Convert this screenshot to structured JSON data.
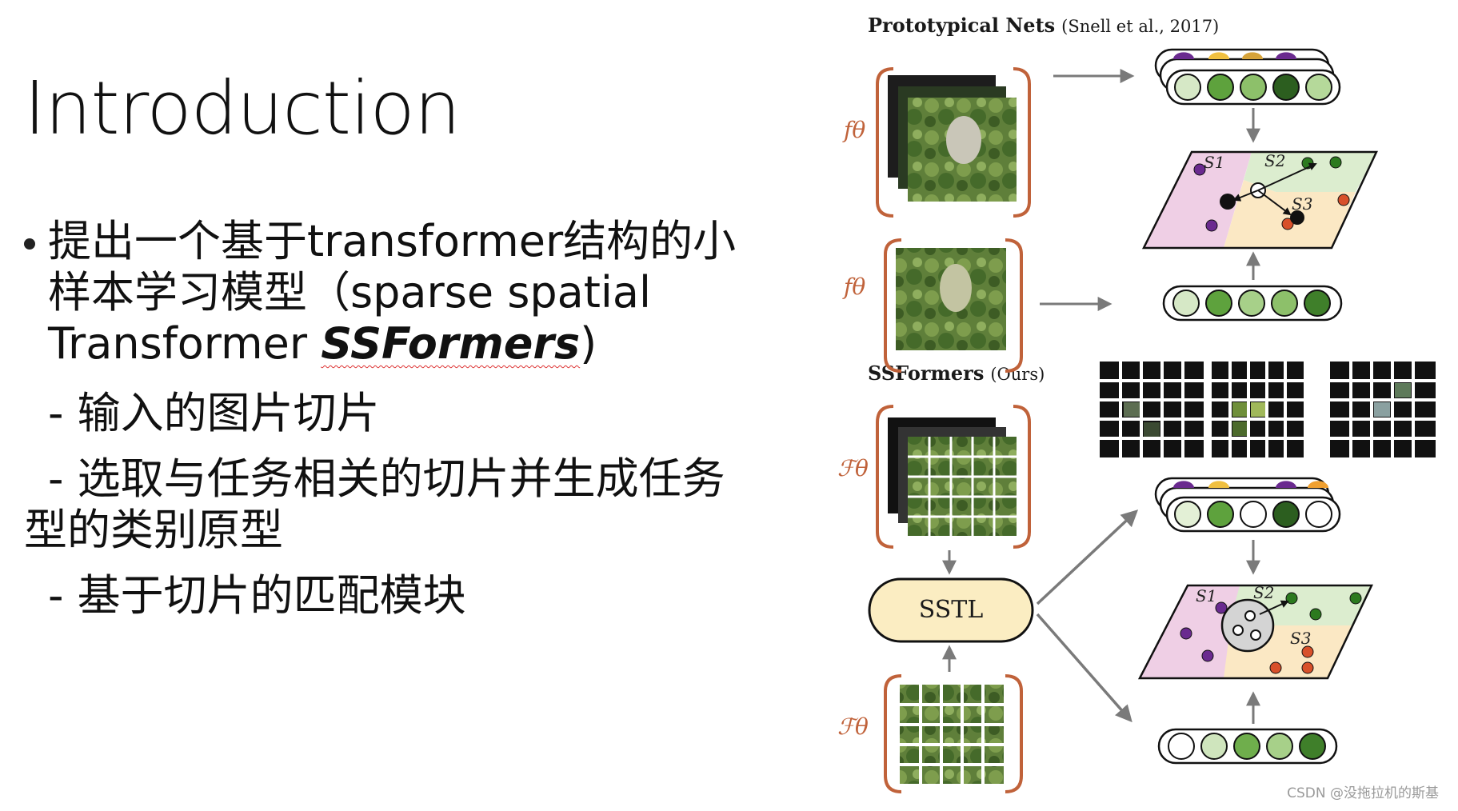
{
  "slide": {
    "title": "Introduction",
    "bullet": {
      "line1": "提出一个基于transformer结构的小",
      "line2": "样本学习模型（sparse spatial",
      "line3_prefix": "Transformer ",
      "line3_emph": "SSFormers",
      "line3_suffix": ")"
    },
    "subitems": [
      "- 输入的图片切片",
      "- 选取与任务相关的切片并生成任务",
      "型的类别原型",
      "- 基于切片的匹配模块"
    ]
  },
  "figure": {
    "top_heading_bold": "Prototypical Nets",
    "top_heading_cite": "(Snell et al., 2017)",
    "bottom_heading_bold": "SSFormers",
    "bottom_heading_cite": "(Ours)",
    "f_theta": "fθ",
    "F_theta": "ℱθ",
    "sstl_label": "SSTL",
    "subspace_labels": [
      "S1",
      "S2",
      "S3"
    ],
    "colors": {
      "frame_bracket": "#c0623a",
      "arrow": "#7a7a7a",
      "region_purple": "#efcfe5",
      "region_green": "#dcedcf",
      "region_orange": "#fbe8c4",
      "dot_purple": "#6a2a8f",
      "dot_green": "#2c7a1f",
      "dot_orange": "#d8502a",
      "sstl_fill": "#fbedc2"
    }
  },
  "watermark": "CSDN @没拖拉机的斯基"
}
